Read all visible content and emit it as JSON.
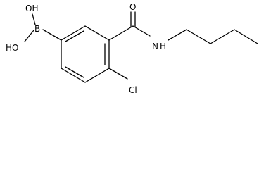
{
  "molecule": {
    "labels": {
      "oh_top": "OH",
      "ho_left": "HO",
      "boron": "B",
      "oxygen": "O",
      "amide_n": "N",
      "amide_h": "H",
      "chlorine": "Cl"
    }
  }
}
